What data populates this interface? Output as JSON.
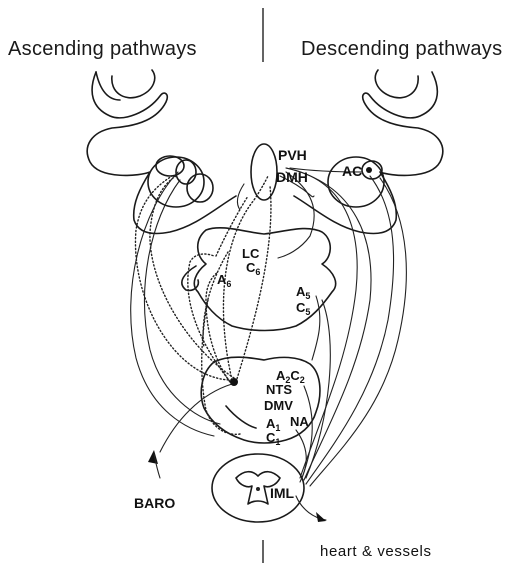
{
  "headers": {
    "left": "Ascending pathways",
    "right": "Descending pathways"
  },
  "nuclei": {
    "pvh": "PVH",
    "dmh": "DMH",
    "ac": "AC",
    "lc": "LC",
    "c6": "C",
    "c6_sub": "6",
    "a6": "A",
    "a6_sub": "6",
    "a5": "A",
    "a5_sub": "5",
    "c5": "C",
    "c5_sub": "5",
    "a2": "A",
    "a2_sub": "2",
    "c2": "C",
    "c2_sub": "2",
    "nts": "NTS",
    "dmv": "DMV",
    "na": "NA",
    "a1": "A",
    "a1_sub": "1",
    "c1": "C",
    "c1_sub": "1",
    "iml": "IML"
  },
  "inputs": {
    "baro": "BARO"
  },
  "outputs": {
    "heart": "heart  &  vessels"
  }
}
